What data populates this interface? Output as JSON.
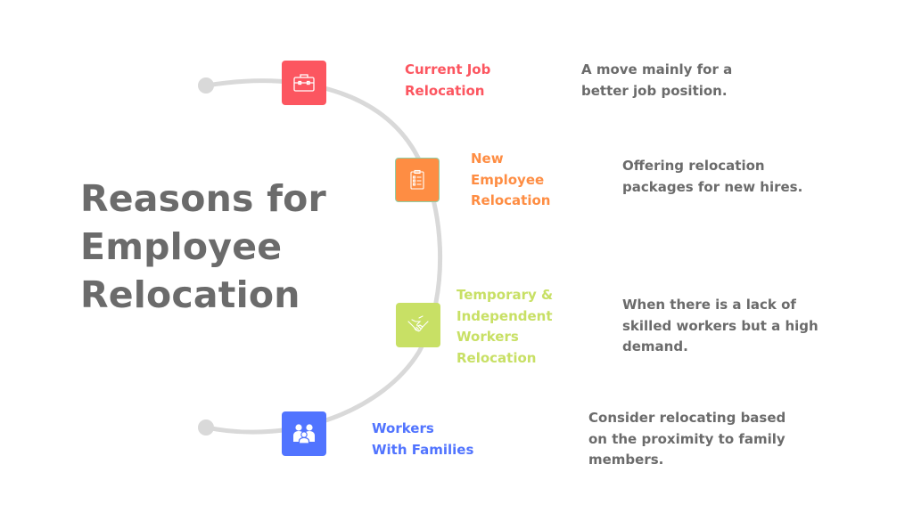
{
  "title": {
    "lines": [
      "Reasons for",
      "Employee",
      "Relocation"
    ]
  },
  "colors": {
    "title": "#6b6b6b",
    "arc": "#d9d9d9",
    "current_job": "#fc5660",
    "new_employee": "#fe8d43",
    "temporary": "#c8e065",
    "families": "#5174ff",
    "description": "#6b6b6b"
  },
  "items": [
    {
      "icon": "briefcase-icon",
      "label_lines": [
        "Current Job",
        "Relocation"
      ],
      "description_lines": [
        "A move mainly for a",
        "better job position."
      ]
    },
    {
      "icon": "clipboard-checklist-icon",
      "label_lines": [
        "New",
        "Employee",
        "Relocation"
      ],
      "description_lines": [
        "Offering relocation",
        "packages for new hires."
      ]
    },
    {
      "icon": "handshake-icon",
      "label_lines": [
        "Temporary &",
        "Independent",
        "Workers",
        "Relocation"
      ],
      "description_lines": [
        "When there is a lack of",
        "skilled workers but a high",
        "demand."
      ]
    },
    {
      "icon": "family-icon",
      "label_lines": [
        "Workers",
        "With Families"
      ],
      "description_lines": [
        "Consider relocating based",
        "on the proximity to family",
        "members."
      ]
    }
  ]
}
